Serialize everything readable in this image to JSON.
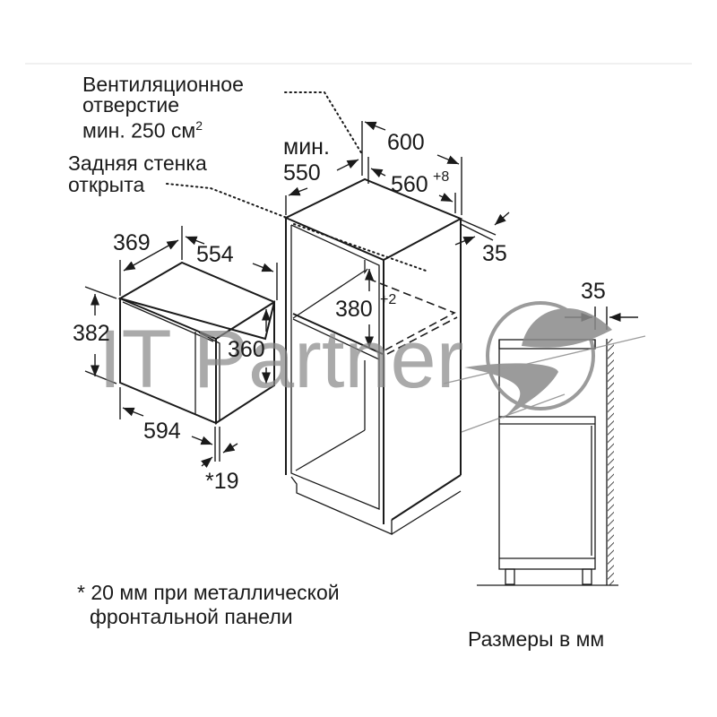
{
  "callouts": {
    "vent_line1": "Вентиляционное",
    "vent_line2": "отверстие",
    "vent_line3": "мин. 250 см",
    "vent_sup": "2",
    "rear_line1": "Задняя стенка",
    "rear_line2": "открыта"
  },
  "appliance": {
    "depth": "369",
    "width_top": "554",
    "height_outer": "382",
    "height_inner": "360",
    "width_front": "594",
    "door_thickness": "*19"
  },
  "cabinet": {
    "min_label": "мин.",
    "min_depth": "550",
    "outer_width": "600",
    "niche_width": "560",
    "niche_width_tol": "+8",
    "rear_gap": "35",
    "niche_height": "380",
    "niche_height_tol": "+2"
  },
  "side_view": {
    "wall_gap": "35"
  },
  "footnote": {
    "line1": "* 20 мм при металлической",
    "line2": "фронтальной панели"
  },
  "units_note": "Размеры в мм",
  "watermark": {
    "text": "IT Partner",
    "color": "#8a8a8a"
  },
  "colors": {
    "line": "#1a1a1a",
    "background": "#ffffff",
    "separator": "#e6e6e6"
  }
}
